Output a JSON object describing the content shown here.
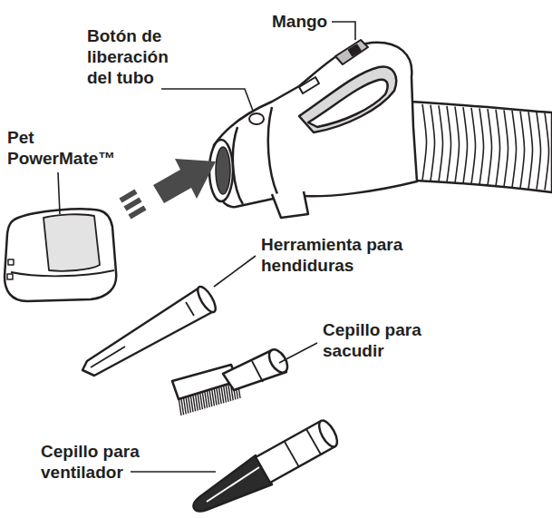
{
  "diagram": {
    "labels": [
      "Mango",
      "Botón de liberación del tubo",
      "Pet PowerMate™",
      "Herramienta para hendiduras",
      "Cepillo para sacudir",
      "Cepillo para ventilador"
    ]
  }
}
